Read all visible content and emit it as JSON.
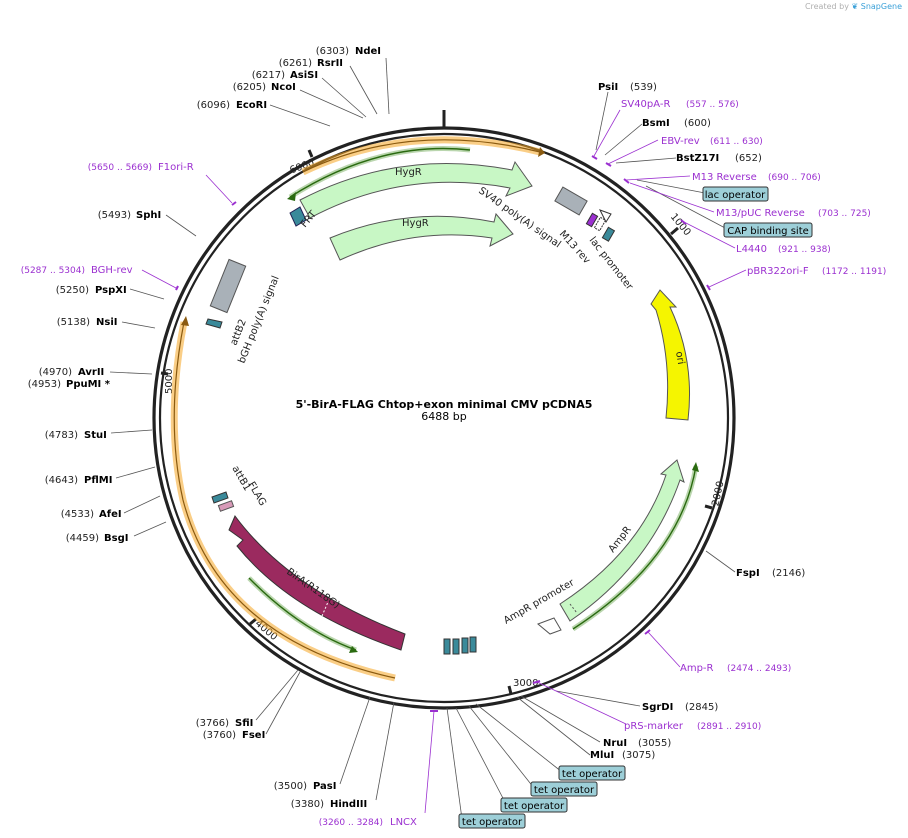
{
  "credit": {
    "prefix": "Created by",
    "brand": "SnapGene"
  },
  "map": {
    "title": "5'-BirA-FLAG Chtop+exon minimal CMV pCDNA5",
    "size": "6488 bp",
    "ticks": [
      "1000",
      "2000",
      "3000",
      "4000",
      "5000",
      "6000"
    ]
  },
  "colors": {
    "primer": "#9b30d0",
    "orange": "#f5a623",
    "green": "#3a8a18",
    "hygr": "#c8f7c5",
    "ori": "#f5f500",
    "bira": "#9b2a5f",
    "teal": "#3a8a9a",
    "gray": "#a9b1b8",
    "enzyme": "#000000",
    "box": "#9dcfd8"
  },
  "enzymes": [
    {
      "pos": "(6303)",
      "name": "NdeI"
    },
    {
      "pos": "(6261)",
      "name": "RsrII"
    },
    {
      "pos": "(6217)",
      "name": "AsiSI"
    },
    {
      "pos": "(6205)",
      "name": "NcoI"
    },
    {
      "pos": "(6096)",
      "name": "EcoRI"
    },
    {
      "pos": "(5493)",
      "name": "SphI"
    },
    {
      "pos": "(5250)",
      "name": "PspXI"
    },
    {
      "pos": "(5138)",
      "name": "NsiI"
    },
    {
      "pos": "(4970)",
      "name": "AvrII"
    },
    {
      "pos": "(4953)",
      "name": "PpuMI *"
    },
    {
      "pos": "(4783)",
      "name": "StuI"
    },
    {
      "pos": "(4643)",
      "name": "PflMI"
    },
    {
      "pos": "(4533)",
      "name": "AfeI"
    },
    {
      "pos": "(4459)",
      "name": "BsgI"
    },
    {
      "pos": "(3766)",
      "name": "SfiI"
    },
    {
      "pos": "(3760)",
      "name": "FseI"
    },
    {
      "pos": "(3500)",
      "name": "PasI"
    },
    {
      "pos": "(3380)",
      "name": "HindIII"
    },
    {
      "pos": "(539)",
      "name": "PsiI"
    },
    {
      "pos": "(600)",
      "name": "BsmI"
    },
    {
      "pos": "(652)",
      "name": "BstZ17I"
    },
    {
      "pos": "(2146)",
      "name": "FspI"
    },
    {
      "pos": "(2845)",
      "name": "SgrDI"
    },
    {
      "pos": "(3055)",
      "name": "NruI"
    },
    {
      "pos": "(3075)",
      "name": "MluI"
    }
  ],
  "primers": [
    {
      "name": "F1ori-R",
      "range": "(5650 .. 5669)"
    },
    {
      "name": "BGH-rev",
      "range": "(5287 .. 5304)"
    },
    {
      "name": "SV40pA-R",
      "range": "(557 .. 576)"
    },
    {
      "name": "EBV-rev",
      "range": "(611 .. 630)"
    },
    {
      "name": "M13 Reverse",
      "range": "(690 .. 706)"
    },
    {
      "name": "M13/pUC Reverse",
      "range": "(703 .. 725)"
    },
    {
      "name": "L4440",
      "range": "(921 .. 938)"
    },
    {
      "name": "pBR322ori-F",
      "range": "(1172 .. 1191)"
    },
    {
      "name": "Amp-R",
      "range": "(2474 .. 2493)"
    },
    {
      "name": "pRS-marker",
      "range": "(2891 .. 2910)"
    },
    {
      "name": "LNCX",
      "range": "(3260 .. 3284)"
    }
  ],
  "boxes": [
    "lac operator",
    "CAP binding site",
    "tet operator",
    "tet operator",
    "tet operator",
    "tet operator"
  ],
  "features": {
    "hygr_outer": "HygR",
    "hygr_inner": "HygR",
    "sv40": "SV40 poly(A) signal",
    "frt": "FRT",
    "m13rev": "M13 rev",
    "lac_promoter": "lac promoter",
    "ori": "ori",
    "ampr": "AmpR",
    "ampr_promoter": "AmpR promoter",
    "bira": "BirA(R118G)",
    "flag": "FLAG",
    "attb1": "attB1",
    "attb2": "attB2",
    "bgh": "bGH poly(A) signal"
  }
}
